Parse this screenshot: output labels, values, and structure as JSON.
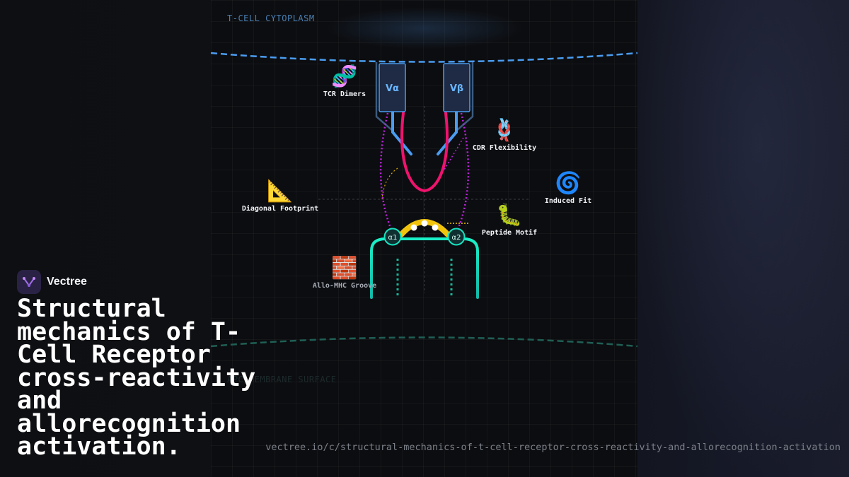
{
  "diagram": {
    "region_top": "T-CELL CYTOPLASM",
    "region_bottom": "APC MEMBRANE SURFACE",
    "chains": {
      "alpha": "Vα",
      "beta": "Vβ"
    },
    "helices": {
      "a1": "α1",
      "a2": "α2"
    },
    "callouts": [
      {
        "key": "tcr_dimers",
        "emoji": "🧬",
        "label": "TCR Dimers"
      },
      {
        "key": "cdr_flexibility",
        "emoji": "🪢",
        "label": "CDR Flexibility"
      },
      {
        "key": "induced_fit",
        "emoji": "🌀",
        "label": "Induced Fit"
      },
      {
        "key": "diagonal_footprint",
        "emoji": "📐",
        "label": "Diagonal Footprint"
      },
      {
        "key": "peptide_motif",
        "emoji": "🐛",
        "label": "Peptide Motif"
      },
      {
        "key": "allo_mhc_groove",
        "emoji": "🧱",
        "label": "Allo-MHC Groove"
      }
    ],
    "colors": {
      "membrane_top": "#4a9cf0",
      "membrane_bottom": "#1f5f55",
      "tcr_chain": "#4a9cf0",
      "cdr3": "#f0136e",
      "cdr_dotted": "#c020e0",
      "peptide": "#f2c40c",
      "mhc": "#17e2c0"
    }
  },
  "brand": {
    "name": "Vectree"
  },
  "title": "Structural mechanics of T-Cell Receptor cross-reactivity and allorecognition activation.",
  "url": "vectree.io/c/structural-mechanics-of-t-cell-receptor-cross-reactivity-and-allorecognition-activation"
}
